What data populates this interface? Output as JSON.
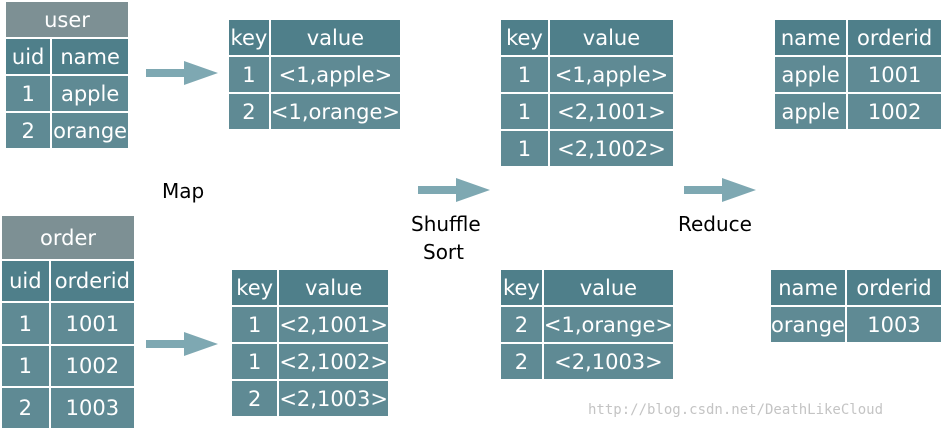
{
  "colors": {
    "header": "#4f7f8a",
    "cell": "#5f8a94",
    "title": "#7d9094",
    "arrow": "#7ea8b2"
  },
  "user_table": {
    "title": "user",
    "headers": [
      "uid",
      "name"
    ],
    "rows": [
      [
        "1",
        "apple"
      ],
      [
        "2",
        "orange"
      ]
    ]
  },
  "order_table": {
    "title": "order",
    "headers": [
      "uid",
      "orderid"
    ],
    "rows": [
      [
        "1",
        "1001"
      ],
      [
        "1",
        "1002"
      ],
      [
        "2",
        "1003"
      ]
    ]
  },
  "map_top": {
    "headers": [
      "key",
      "value"
    ],
    "rows": [
      [
        "1",
        "<1,apple>"
      ],
      [
        "2",
        "<1,orange>"
      ]
    ]
  },
  "map_bottom": {
    "headers": [
      "key",
      "value"
    ],
    "rows": [
      [
        "1",
        "<2,1001>"
      ],
      [
        "1",
        "<2,1002>"
      ],
      [
        "2",
        "<2,1003>"
      ]
    ]
  },
  "shuffle_top": {
    "headers": [
      "key",
      "value"
    ],
    "rows": [
      [
        "1",
        "<1,apple>"
      ],
      [
        "1",
        "<2,1001>"
      ],
      [
        "1",
        "<2,1002>"
      ]
    ]
  },
  "shuffle_bottom": {
    "headers": [
      "key",
      "value"
    ],
    "rows": [
      [
        "2",
        "<1,orange>"
      ],
      [
        "2",
        "<2,1003>"
      ]
    ]
  },
  "reduce_top": {
    "headers": [
      "name",
      "orderid"
    ],
    "rows": [
      [
        "apple",
        "1001"
      ],
      [
        "apple",
        "1002"
      ]
    ]
  },
  "reduce_bottom": {
    "headers": [
      "name",
      "orderid"
    ],
    "rows": [
      [
        "orange",
        "1003"
      ]
    ]
  },
  "labels": {
    "map": "Map",
    "shuffle": "Shuffle",
    "sort": "Sort",
    "reduce": "Reduce"
  },
  "watermark": "http://blog.csdn.net/DeathLikeCloud"
}
